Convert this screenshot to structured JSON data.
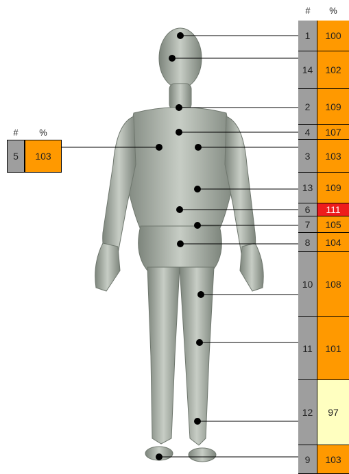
{
  "right_table": {
    "header_num": "#",
    "header_pct": "%",
    "rows": [
      {
        "num": "1",
        "pct": "100",
        "color": "#ff9900"
      },
      {
        "num": "14",
        "pct": "102",
        "color": "#ff9900"
      },
      {
        "num": "2",
        "pct": "109",
        "color": "#ff9900"
      },
      {
        "num": "4",
        "pct": "107",
        "color": "#ff9900"
      },
      {
        "num": "3",
        "pct": "103",
        "color": "#ff9900"
      },
      {
        "num": "13",
        "pct": "109",
        "color": "#ff9900"
      },
      {
        "num": "6",
        "pct": "111",
        "color": "#ee1c1c"
      },
      {
        "num": "7",
        "pct": "105",
        "color": "#ff9900"
      },
      {
        "num": "8",
        "pct": "104",
        "color": "#ff9900"
      },
      {
        "num": "10",
        "pct": "108",
        "color": "#ff9900"
      },
      {
        "num": "11",
        "pct": "101",
        "color": "#ff9900"
      },
      {
        "num": "12",
        "pct": "97",
        "color": "#ffffc0"
      },
      {
        "num": "9",
        "pct": "103",
        "color": "#ff9900"
      }
    ]
  },
  "left_table": {
    "header_num": "#",
    "header_pct": "%",
    "num": "5",
    "pct": "103",
    "color": "#ff9900"
  },
  "colors": {
    "number_cell": "#9e9e9e",
    "figure_skin": "#a9b0a8",
    "marker": "#000000"
  }
}
